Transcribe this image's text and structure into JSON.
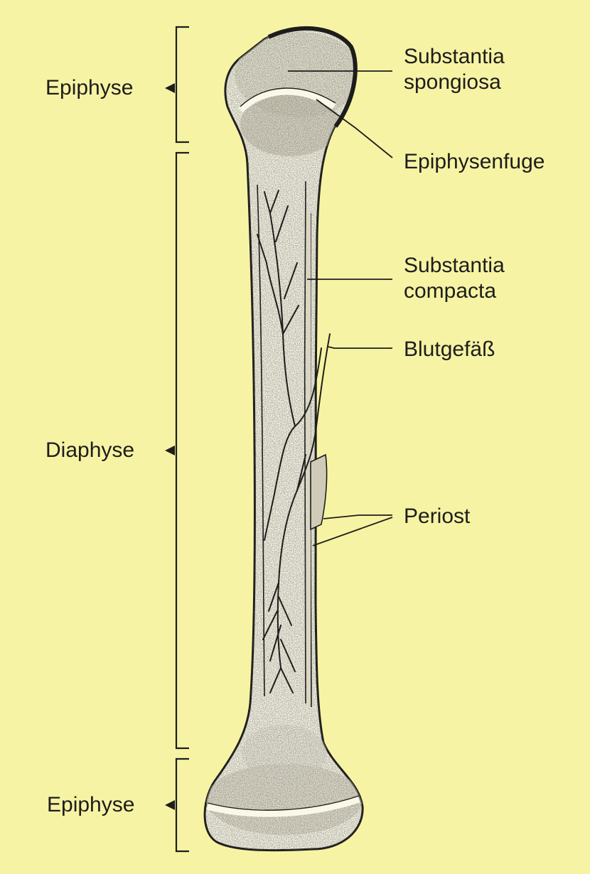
{
  "diagram": {
    "labels_left": {
      "epiphyse_top": "Epiphyse",
      "diaphyse": "Diaphyse",
      "epiphyse_bottom": "Epiphyse"
    },
    "labels_right": {
      "substantia_spongiosa": [
        "Substantia",
        "spongiosa"
      ],
      "epiphysenfuge": "Epiphysenfuge",
      "substantia_compacta": [
        "Substantia",
        "compacta"
      ],
      "blutgefaess": "Blutgefäß",
      "periost": "Periost"
    },
    "colors": {
      "background": "#f7f3a4",
      "bone_fill": "#faf8e8",
      "ink": "#1d1d1b"
    }
  }
}
